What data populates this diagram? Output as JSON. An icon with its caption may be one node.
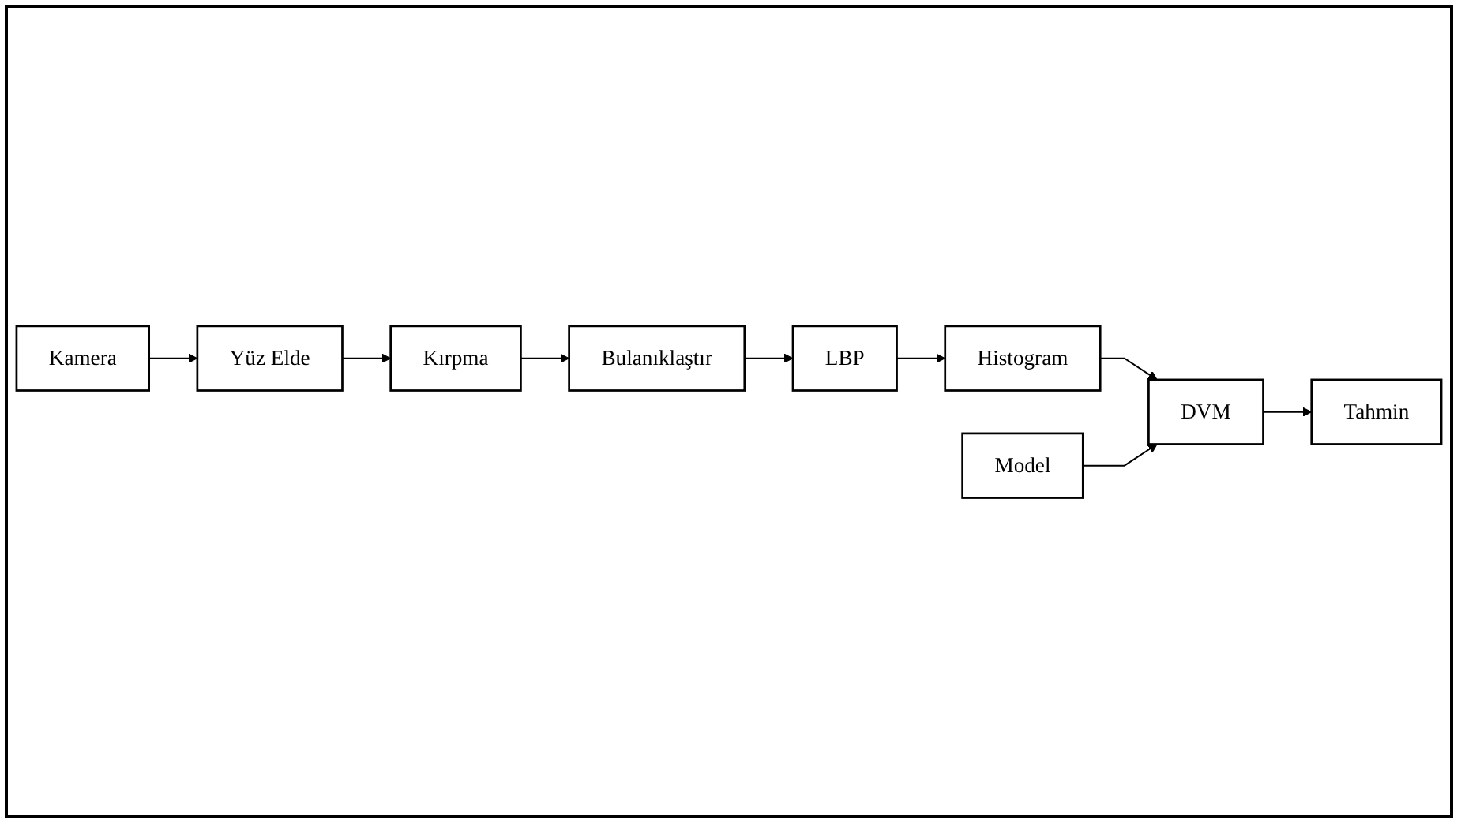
{
  "diagram": {
    "nodes": [
      {
        "text": [
          "Kamera"
        ]
      },
      {
        "text": [
          "Yüz Elde"
        ]
      },
      {
        "text": [
          "Kırpma"
        ]
      },
      {
        "text": [
          "Bulanıklaştır"
        ]
      },
      {
        "text": [
          "LBP"
        ]
      },
      {
        "text": [
          "Histogram"
        ]
      },
      {
        "text": [
          "DVM"
        ]
      },
      {
        "text": [
          "Model"
        ]
      },
      {
        "text": [
          "Tahmin"
        ]
      }
    ],
    "edges": [
      {
        "from": 0,
        "to": 1,
        "arrow": "to"
      },
      {
        "from": 1,
        "to": 2,
        "arrow": "to"
      },
      {
        "from": 2,
        "to": 3,
        "arrow": "to"
      },
      {
        "from": 3,
        "to": 4,
        "arrow": "to"
      },
      {
        "from": 4,
        "to": 5,
        "arrow": "to"
      },
      {
        "from": 5,
        "to": 6,
        "arrow": "to"
      },
      {
        "from": 7,
        "to": 6,
        "arrow": "to"
      },
      {
        "from": 6,
        "to": 8,
        "arrow": "to"
      }
    ]
  }
}
